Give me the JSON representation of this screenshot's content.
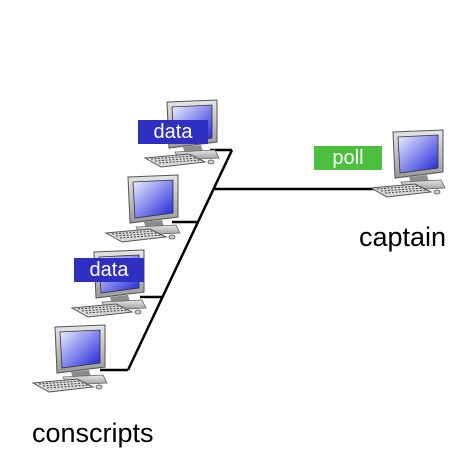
{
  "diagram": {
    "nodes": [
      {
        "id": "conscript-1",
        "role": "conscript"
      },
      {
        "id": "conscript-2",
        "role": "conscript"
      },
      {
        "id": "conscript-3",
        "role": "conscript"
      },
      {
        "id": "conscript-4",
        "role": "conscript"
      },
      {
        "id": "captain",
        "role": "captain"
      }
    ],
    "edges": [
      {
        "from": "captain",
        "to": "conscript-1"
      },
      {
        "from": "captain",
        "to": "conscript-2"
      },
      {
        "from": "captain",
        "to": "conscript-3"
      },
      {
        "from": "captain",
        "to": "conscript-4"
      }
    ],
    "messages": [
      {
        "label": "data",
        "color": "#2f2fc2"
      },
      {
        "label": "data",
        "color": "#2f2fc2"
      },
      {
        "label": "poll",
        "color": "#4cbf3f"
      }
    ],
    "labels": {
      "captain": "captain",
      "conscripts": "conscripts"
    },
    "colors": {
      "line": "#000000",
      "screen_gradient_top": "#e8eaff",
      "screen_gradient_bottom": "#1a1fd6",
      "computer_body": "#c9c9c9",
      "computer_shadow": "#7a7a7a"
    }
  }
}
